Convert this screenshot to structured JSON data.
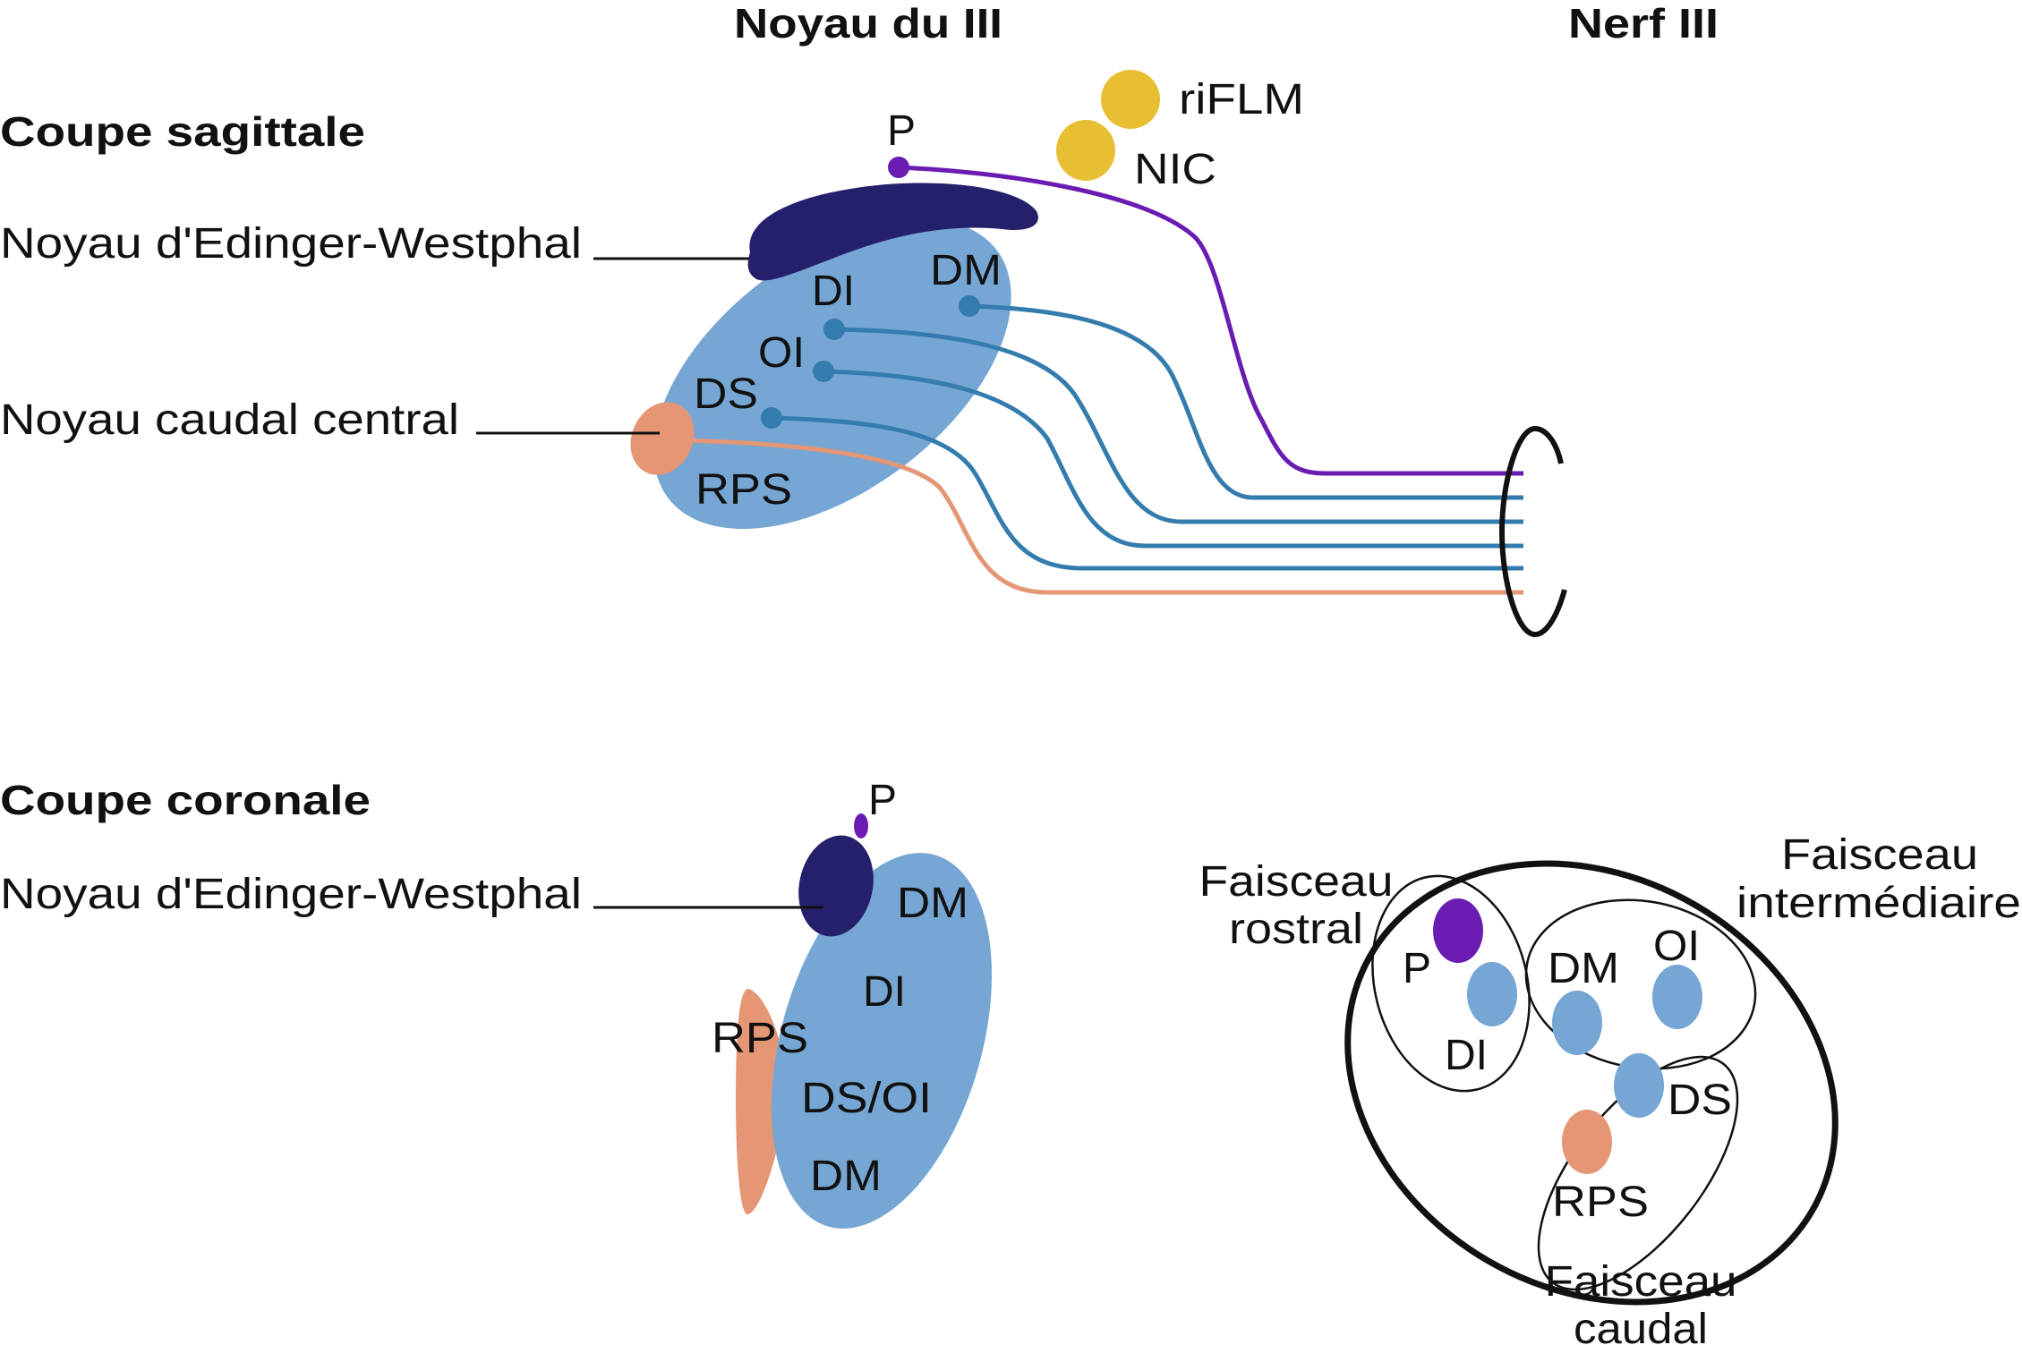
{
  "headers": {
    "nucleus": "Noyau du III",
    "nerve": "Nerf III"
  },
  "colors": {
    "edinger_westphal": "#25206b",
    "oculomotor_nucleus": "#76a6d3",
    "fiber_blue": "#347cad",
    "palpebral": "#6a1cb2",
    "rps": "#e49675",
    "riflm_nic": "#e8be33",
    "outline": "#111111"
  },
  "sagittal": {
    "section_title": "Coupe sagittale",
    "edinger_westphal_label": "Noyau d'Edinger-Westphal",
    "caudal_central_label": "Noyau caudal central",
    "p_label": "P",
    "riflm_label": "riFLM",
    "nic_label": "NIC",
    "subnuclei": {
      "dm": "DM",
      "di": "DI",
      "oi": "OI",
      "ds": "DS",
      "rps": "RPS"
    }
  },
  "coronal": {
    "section_title": "Coupe coronale",
    "edinger_westphal_label": "Noyau d'Edinger-Westphal",
    "p_label": "P",
    "subnuclei": {
      "dm_top": "DM",
      "di": "DI",
      "rps": "RPS",
      "ds_oi": "DS/OI",
      "dm_bottom": "DM"
    }
  },
  "nerve_bundle": {
    "rostral_label_1": "Faisceau",
    "rostral_label_2": "rostral",
    "intermediate_label_1": "Faisceau",
    "intermediate_label_2": "intermédiaire",
    "caudal_label_1": "Faisceau",
    "caudal_label_2": "caudal",
    "fibers": {
      "p": "P",
      "di": "DI",
      "dm": "DM",
      "oi": "OI",
      "ds": "DS",
      "rps": "RPS"
    }
  }
}
